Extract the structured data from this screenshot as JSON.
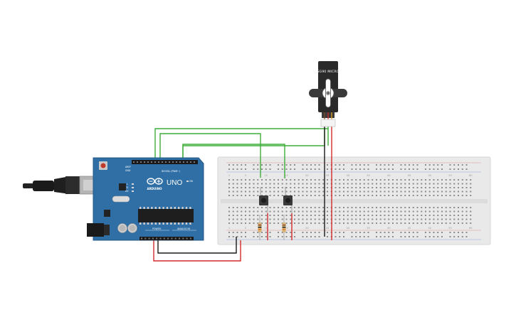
{
  "arduino": {
    "brand": "ARDUINO",
    "model": "UNO",
    "digital_label": "DIGITAL (PWM~)",
    "power_label": "POWER",
    "analog_label": "ANALOG IN",
    "aref": "AREF",
    "gnd": "GND",
    "tx": "TX",
    "rx": "RX",
    "on": "ON",
    "l": "L"
  },
  "servo": {
    "label": "SG90 MICRO"
  },
  "breadboard": {
    "row_labels_top": [
      "1",
      "5",
      "10",
      "15",
      "20",
      "25",
      "30",
      "35",
      "40",
      "45",
      "50",
      "55",
      "60"
    ],
    "row_labels_bottom": [
      "1",
      "5",
      "10",
      "15",
      "20",
      "25",
      "30",
      "35",
      "40",
      "45",
      "50",
      "55",
      "60"
    ]
  },
  "colors": {
    "board_blue": "#2f6fa6",
    "wire_green": "#3fae3a",
    "wire_red": "#d42a2a",
    "wire_black": "#1a1a1a",
    "breadboard": "#e9e9e9",
    "servo_body": "#2a2a2a"
  }
}
